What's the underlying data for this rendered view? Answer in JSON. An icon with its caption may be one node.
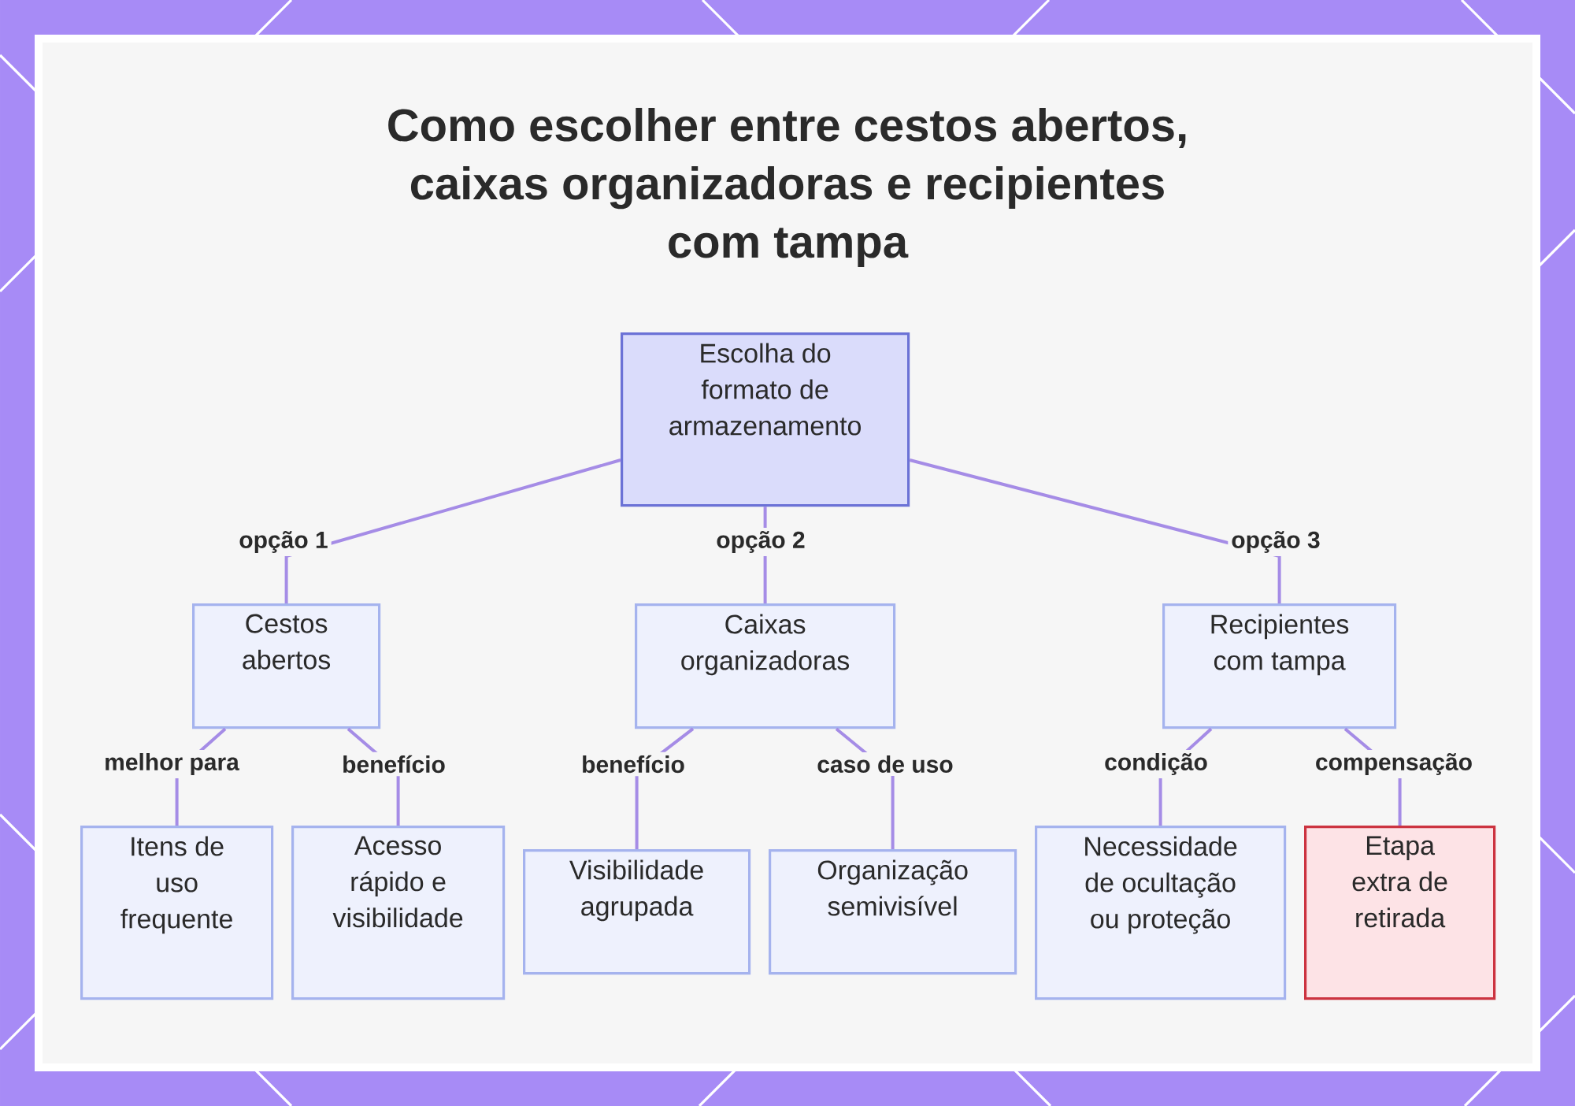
{
  "diagram": {
    "title": "Como escolher entre cestos abertos, caixas organizadoras e recipientes com tampa",
    "nodes": [
      {
        "text": [
          "Escolha do formato de armazenamento"
        ]
      },
      {
        "text": [
          "Cestos abertos"
        ]
      },
      {
        "text": [
          "Caixas organizadoras"
        ]
      },
      {
        "text": [
          "Recipientes com tampa"
        ]
      },
      {
        "text": [
          "Itens de uso frequente"
        ]
      },
      {
        "text": [
          "Acesso rápido e visibilidade"
        ]
      },
      {
        "text": [
          "Visibilidade agrupada"
        ]
      },
      {
        "text": [
          "Organização semivisível"
        ]
      },
      {
        "text": [
          "Necessidade de ocultação ou proteção"
        ]
      },
      {
        "text": [
          "Etapa extra de retirada"
        ]
      }
    ],
    "edges": [
      {
        "from": 0,
        "to": 1,
        "arrow": "none",
        "label": "opção 1"
      },
      {
        "from": 0,
        "to": 2,
        "arrow": "none",
        "label": "opção 2"
      },
      {
        "from": 0,
        "to": 3,
        "arrow": "none",
        "label": "opção 3"
      },
      {
        "from": 1,
        "to": 4,
        "arrow": "none",
        "label": "melhor para"
      },
      {
        "from": 1,
        "to": 5,
        "arrow": "none",
        "label": "benefício"
      },
      {
        "from": 2,
        "to": 6,
        "arrow": "none",
        "label": "benefício"
      },
      {
        "from": 2,
        "to": 7,
        "arrow": "none",
        "label": "caso de uso"
      },
      {
        "from": 3,
        "to": 8,
        "arrow": "none",
        "label": "condição"
      },
      {
        "from": 3,
        "to": 9,
        "arrow": "none",
        "label": "compensação"
      }
    ]
  }
}
